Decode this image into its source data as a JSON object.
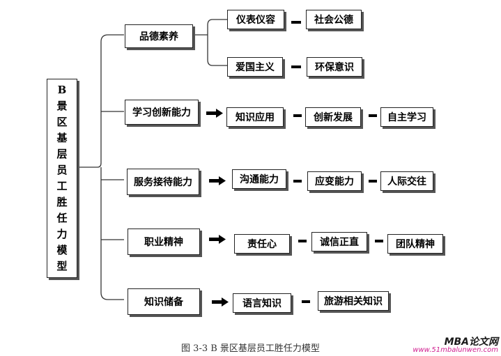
{
  "root_label_chars": [
    "B",
    "景",
    "区",
    "基",
    "层",
    "员",
    "工",
    "胜",
    "任",
    "力",
    "模",
    "型"
  ],
  "categories": [
    {
      "label": "品德素养"
    },
    {
      "label": "学习创新能力"
    },
    {
      "label": "服务接待能力"
    },
    {
      "label": "职业精神"
    },
    {
      "label": "知识储备"
    }
  ],
  "moral": {
    "row1": [
      "仪表仪容",
      "社会公德"
    ],
    "row2": [
      "爱国主义",
      "环保意识"
    ]
  },
  "learning_items": [
    "知识应用",
    "创新发展",
    "自主学习"
  ],
  "service_items": [
    "沟通能力",
    "应变能力",
    "人际交往"
  ],
  "spirit_items": [
    "责任心",
    "诚信正直",
    "团队精神"
  ],
  "knowledge_items": [
    "语言知识",
    "旅游相关知识"
  ],
  "caption": "图 3-3  B 景区基层员工胜任力模型",
  "watermark": {
    "brand": "MBA论文网",
    "url": "www.51mbalunwen.com"
  }
}
